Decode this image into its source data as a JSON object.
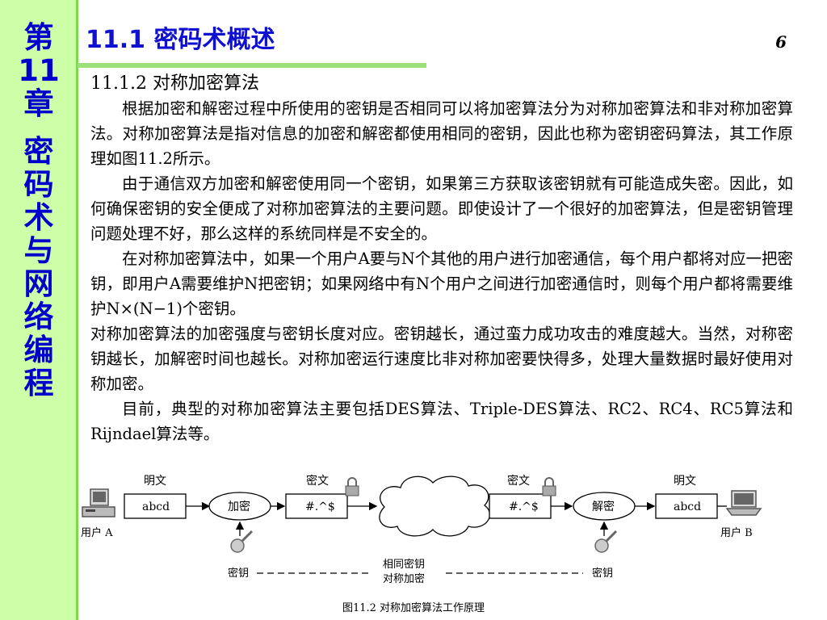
{
  "sidebar": {
    "chapter": [
      "第",
      "11",
      "章",
      "",
      "密",
      "码",
      "术",
      "与",
      "网",
      "络",
      "编",
      "程"
    ]
  },
  "header": {
    "title": "11.1 密码术概述",
    "page": "6"
  },
  "section": {
    "heading": "11.1.2  对称加密算法"
  },
  "paragraphs": {
    "p1": "根据加密和解密过程中所使用的密钥是否相同可以将加密算法分为对称加密算法和非对称加密算法。对称加密算法是指对信息的加密和解密都使用相同的密钥，因此也称为密钥密码算法，其工作原理如图11.2所示。",
    "p2": "由于通信双方加密和解密使用同一个密钥，如果第三方获取该密钥就有可能造成失密。因此，如何确保密钥的安全便成了对称加密算法的主要问题。即使设计了一个很好的加密算法，但是密钥管理问题处理不好，那么这样的系统同样是不安全的。",
    "p3": "在对称加密算法中，如果一个用户A要与N个其他的用户进行加密通信，每个用户都将对应一把密钥，即用户A需要维护N把密钥；如果网络中有N个用户之间进行加密通信时，则每个用户都将需要维护N×(N−1)个密钥。",
    "p4": "对称加密算法的加密强度与密钥长度对应。密钥越长，通过蛮力成功攻击的难度越大。当然，对称密钥越长，加解密时间也越长。对称加密运行速度比非对称加密要快得多，处理大量数据时最好使用对称加密。",
    "p5": "目前，典型的对称加密算法主要包括DES算法、Triple-DES算法、RC2、RC4、RC5算法和Rijndael算法等。"
  },
  "diagram": {
    "plaintext_label_left": "明文",
    "plaintext_left": "abcd",
    "encrypt": "加密",
    "ciphertext_label_left": "密文",
    "ciphertext_left": "#.^$",
    "ciphertext_label_right": "密文",
    "ciphertext_right": "#.^$",
    "decrypt": "解密",
    "plaintext_label_right": "明文",
    "plaintext_right": "abcd",
    "user_a": "用户 A",
    "user_b": "用户 B",
    "key_left": "密钥",
    "key_right": "密钥",
    "same_key_line1": "相同密钥",
    "same_key_line2": "对称加密",
    "caption": "图11.2  对称加密算法工作原理"
  }
}
